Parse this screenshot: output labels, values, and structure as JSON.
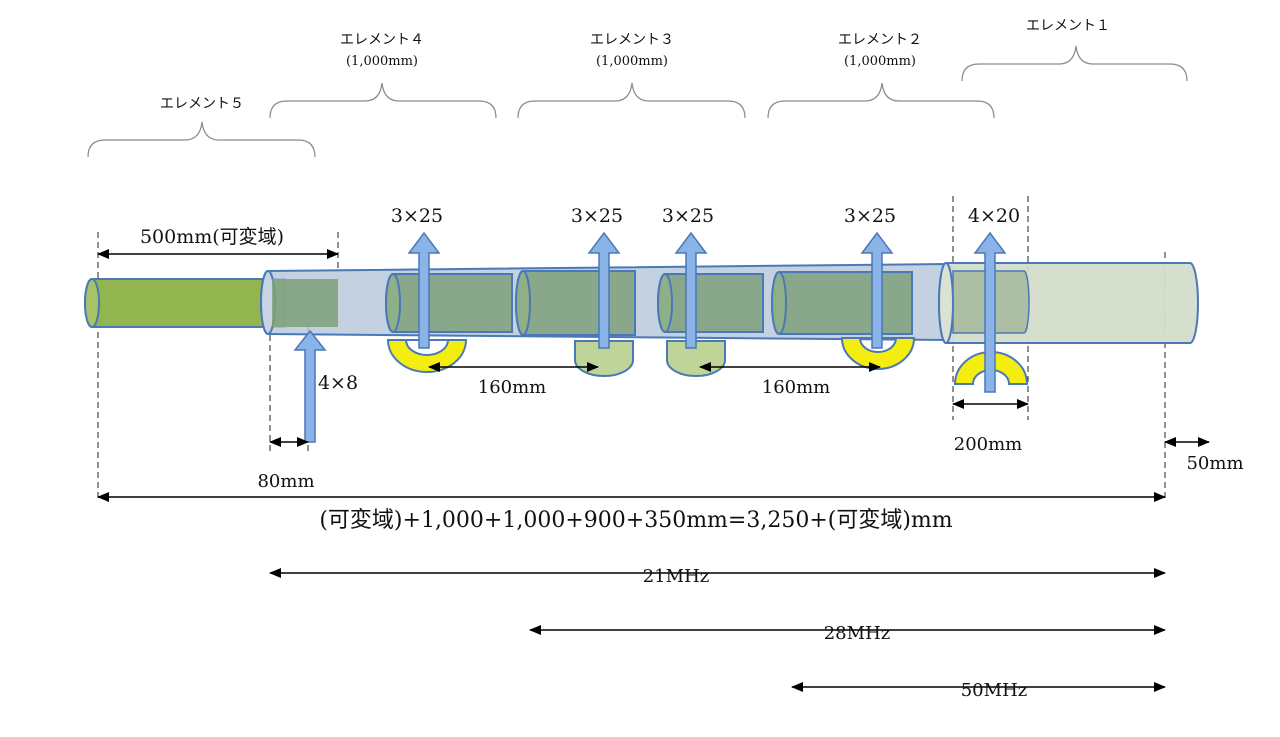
{
  "elements": [
    {
      "label": "エレメント５",
      "length": ""
    },
    {
      "label": "エレメント４",
      "length": "(1,000mm)"
    },
    {
      "label": "エレメント３",
      "length": "(1,000mm)"
    },
    {
      "label": "エレメント２",
      "length": "(1,000mm)"
    },
    {
      "label": "エレメント１",
      "length": ""
    }
  ],
  "pipe_sizes": {
    "e5_joint": "4×8",
    "e4_joint": "3×25",
    "e3_joint_left": "3×25",
    "e3_joint_right": "3×25",
    "e2_joint": "3×25",
    "e1_joint": "4×20"
  },
  "dimensions": {
    "variable": "500mm(可変域)",
    "offset_80": "80mm",
    "span_160_left": "160mm",
    "span_160_right": "160mm",
    "span_200": "200mm",
    "tip_50": "50mm",
    "total": "(可変域)+1,000+1,000+900+350mm=3,250+(可変域)mm"
  },
  "bands": [
    {
      "label": "21MHz"
    },
    {
      "label": "28MHz"
    },
    {
      "label": "50MHz"
    }
  ],
  "colors": {
    "tube_outline": "#4a78b8",
    "tube_fill": "#b9c9dc",
    "inner_tube": "#7fa07a",
    "element5_tube": "#92b550",
    "tip_tube": "#d4dccb",
    "arrow_fill": "#8ab4e8",
    "clamp_yellow": "#f3ee10",
    "clamp_green": "#bfd498"
  }
}
